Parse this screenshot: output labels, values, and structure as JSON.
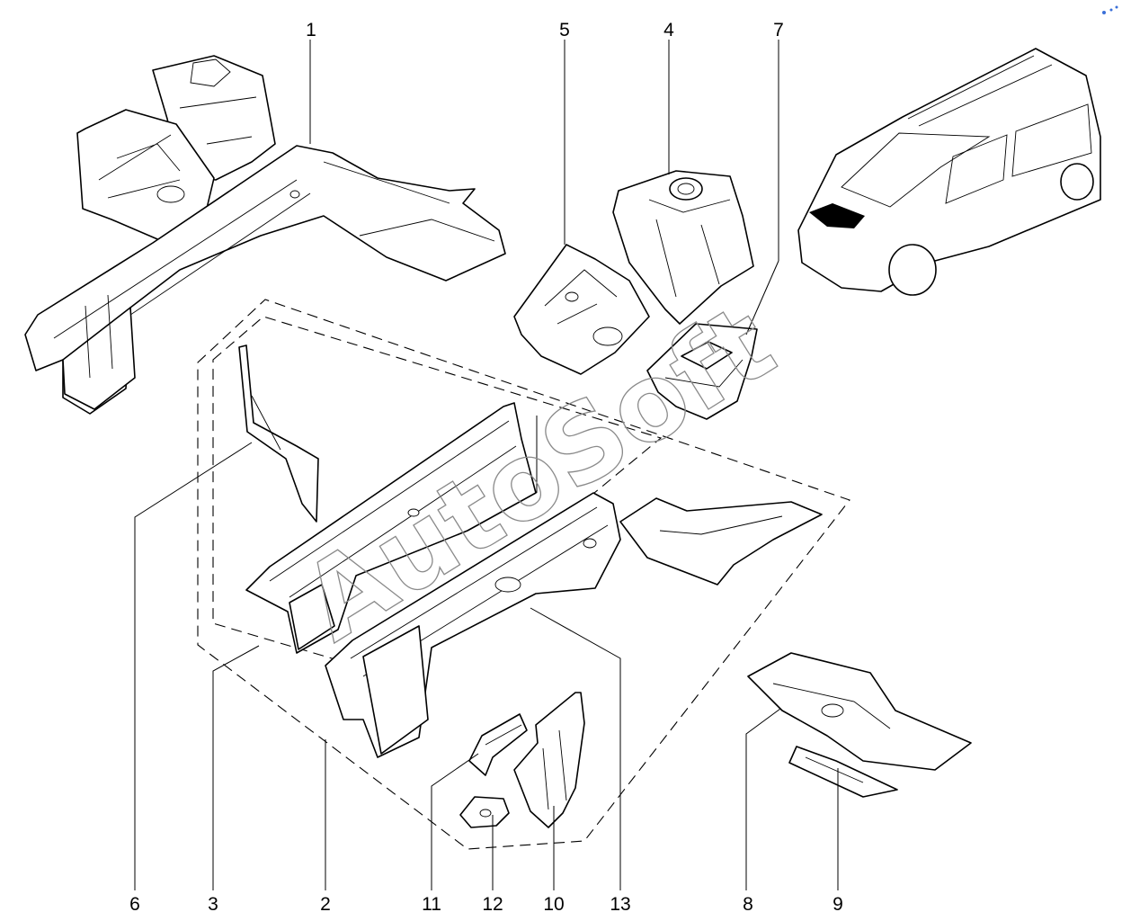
{
  "callouts": {
    "c1": "1",
    "c2": "2",
    "c3": "3",
    "c4": "4",
    "c5": "5",
    "c6": "6",
    "c7": "7",
    "c8": "8",
    "c9": "9",
    "c10": "10",
    "c11": "11",
    "c12": "12",
    "c13": "13"
  },
  "watermark": "AutoSoft",
  "colors": {
    "line": "#000000",
    "background": "#ffffff",
    "watermark_outline": "#8a8a8a",
    "corner_mark": "#3a6fd8"
  }
}
